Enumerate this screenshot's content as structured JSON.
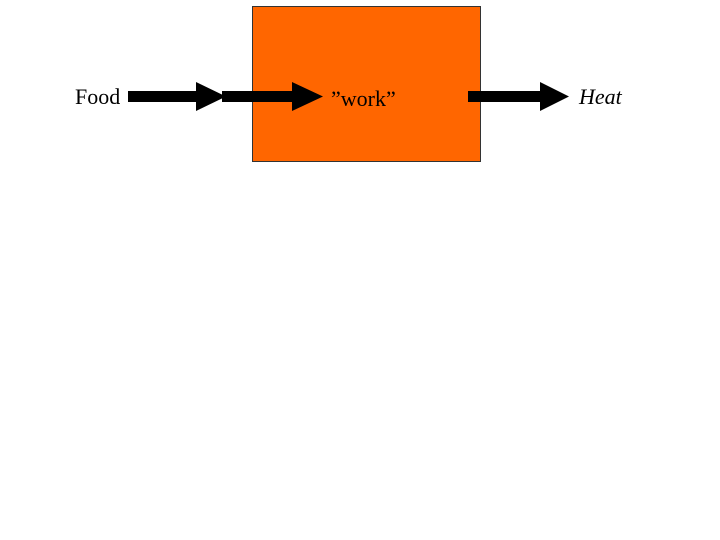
{
  "colors": {
    "box_fill": "#ff6600",
    "arrow": "#000000",
    "background": "#ffffff"
  },
  "labels": {
    "input": "Food",
    "process": "”work”",
    "output": "Heat"
  }
}
